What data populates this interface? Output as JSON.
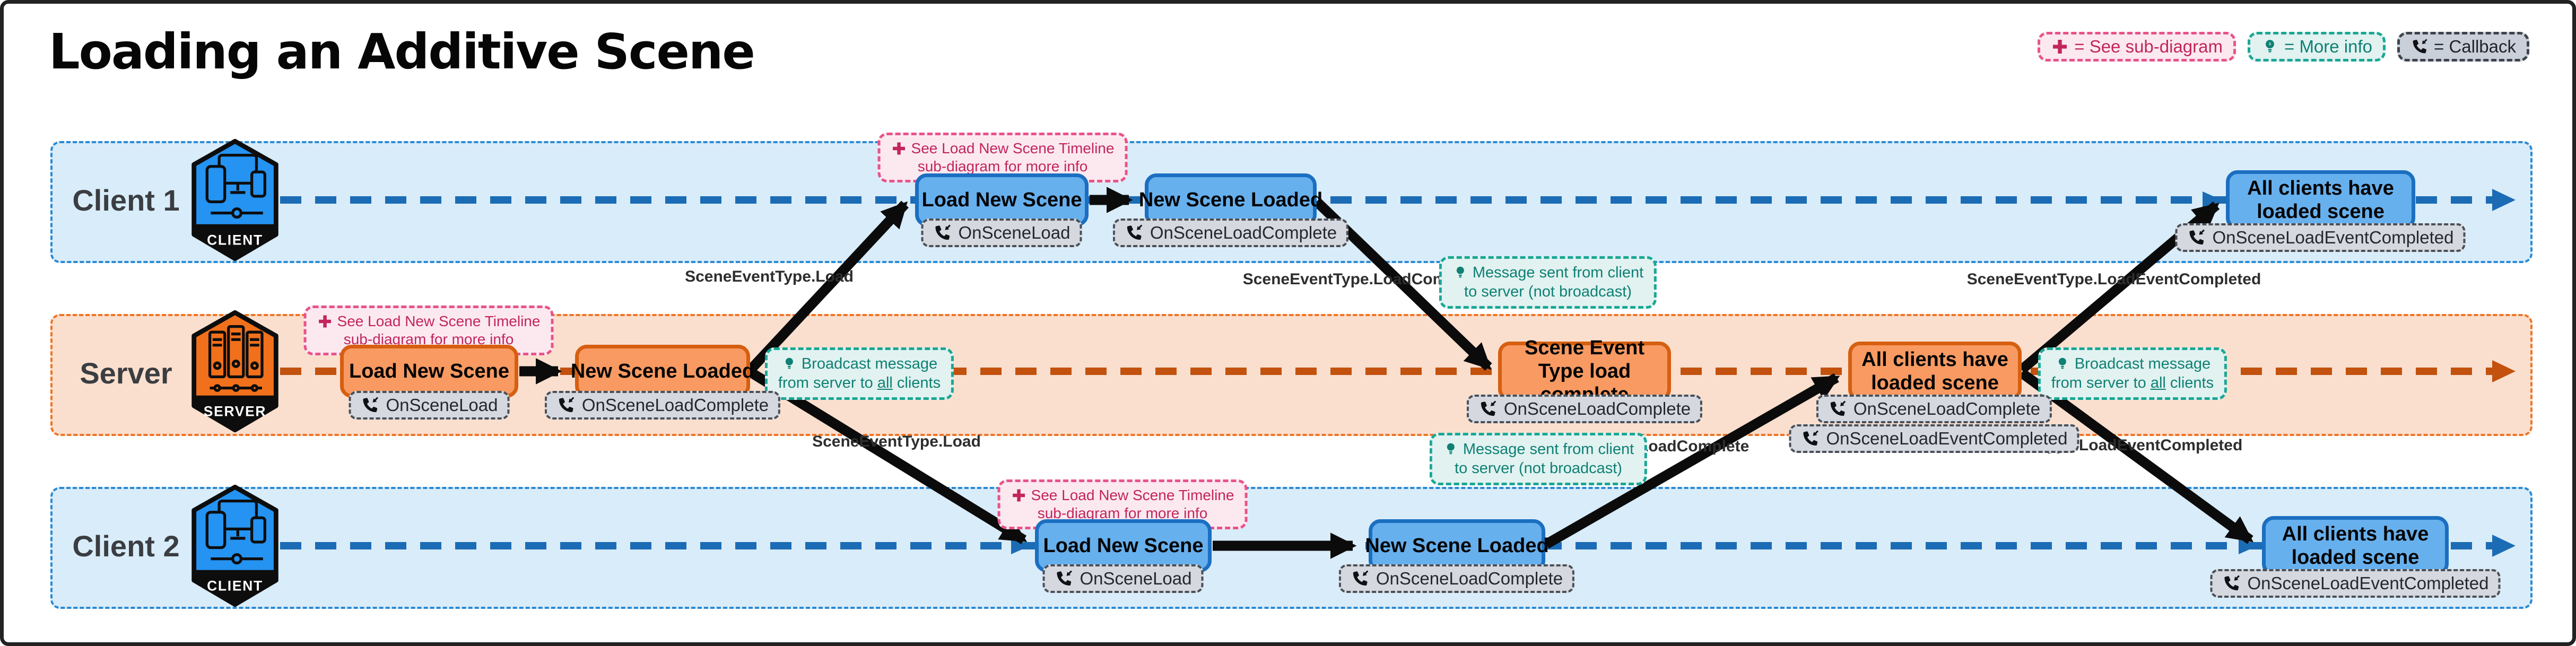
{
  "title": "Loading an Additive Scene",
  "legend": {
    "sub_diagram": {
      "icon": "plus-icon",
      "label": "= See sub-diagram"
    },
    "more_info": {
      "icon": "bulb-icon",
      "label": "= More info"
    },
    "callback": {
      "icon": "callback-icon",
      "label": "= Callback"
    }
  },
  "lanes": {
    "client1": {
      "label": "Client 1",
      "actor": "CLIENT"
    },
    "server": {
      "label": "Server",
      "actor": "SERVER"
    },
    "client2": {
      "label": "Client 2",
      "actor": "CLIENT"
    }
  },
  "nodes": {
    "client1_load_new_scene": {
      "label": "Load New Scene",
      "callback": "OnSceneLoad"
    },
    "client1_new_scene_loaded": {
      "label": "New Scene Loaded",
      "callback": "OnSceneLoadComplete"
    },
    "client1_all_clients_loaded": {
      "label": "All clients have loaded scene",
      "callback": "OnSceneLoadEventCompleted"
    },
    "server_load_new_scene": {
      "label": "Load New Scene",
      "callback": "OnSceneLoad"
    },
    "server_new_scene_loaded": {
      "label": "New Scene Loaded",
      "callback": "OnSceneLoadComplete"
    },
    "server_scene_event_load_complete": {
      "label": "Scene Event Type load complete",
      "callback": "OnSceneLoadComplete"
    },
    "server_all_clients_loaded": {
      "label": "All clients have loaded scene",
      "callback_1": "OnSceneLoadComplete",
      "callback_2": "OnSceneLoadEventCompleted"
    },
    "client2_load_new_scene": {
      "label": "Load New Scene",
      "callback": "OnSceneLoad"
    },
    "client2_new_scene_loaded": {
      "label": "New Scene Loaded",
      "callback": "OnSceneLoadComplete"
    },
    "client2_all_clients_loaded": {
      "label": "All clients have loaded scene",
      "callback": "OnSceneLoadEventCompleted"
    }
  },
  "annotations": {
    "see_timeline": {
      "line1": "See Load New Scene Timeline",
      "line2": "sub-diagram for more info"
    },
    "broadcast": {
      "line1": "Broadcast message",
      "line2_pre": "from server to ",
      "line2_word": "all",
      "line2_post": " clients"
    },
    "client_msg": {
      "line1": "Message sent from client",
      "line2": "to server (not broadcast)"
    }
  },
  "edge_labels": {
    "load": "SceneEventType.Load",
    "load_complete": "SceneEventType.LoadComplete",
    "load_event_completed": "SceneEventType.LoadEventCompleted"
  },
  "colors": {
    "client_lane_bg": "#d9ecf9",
    "client_lane_border": "#2a8ad4",
    "client_node_fill": "#67b0ee",
    "client_node_border": "#1b6fc0",
    "client_flow": "#1b6cb5",
    "server_lane_bg": "#fbdfce",
    "server_lane_border": "#ee7425",
    "server_node_fill": "#f89a62",
    "server_node_border": "#d65f10",
    "server_flow": "#c2520e",
    "callback_chip_bg": "#d5d9df",
    "callback_chip_border": "#4a4f57",
    "sub_diagram_pink": "#d6336c",
    "more_info_teal": "#0e8074",
    "arrow_black": "#0b0b0b",
    "client_hex": "#2493f2",
    "server_hex": "#f1701b"
  }
}
